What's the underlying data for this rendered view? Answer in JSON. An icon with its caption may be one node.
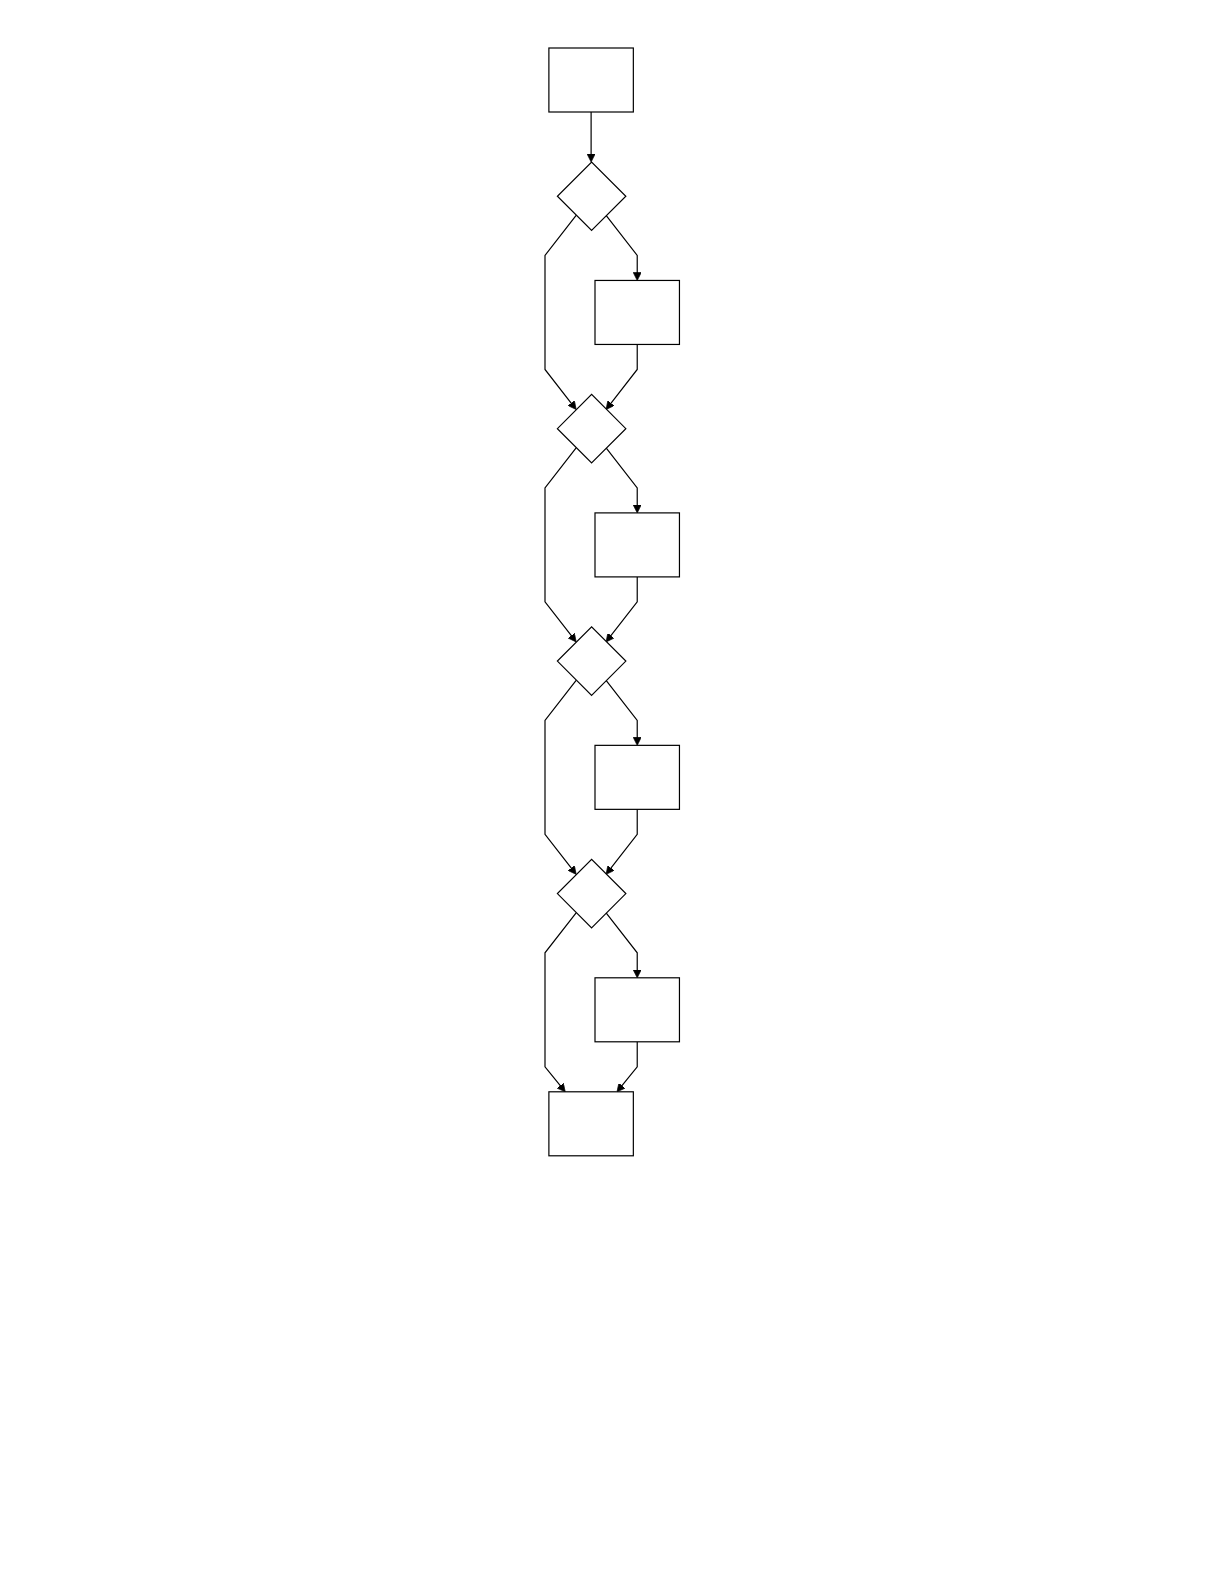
{
  "diagram": {
    "nodes": [
      {
        "text": [],
        "shape": "box"
      },
      {
        "text": [],
        "shape": "diamond"
      },
      {
        "text": [],
        "shape": "box"
      },
      {
        "text": [],
        "shape": "diamond"
      },
      {
        "text": [],
        "shape": "box"
      },
      {
        "text": [],
        "shape": "diamond"
      },
      {
        "text": [],
        "shape": "box"
      },
      {
        "text": [],
        "shape": "diamond"
      },
      {
        "text": [],
        "shape": "box"
      },
      {
        "text": [],
        "shape": "box"
      }
    ],
    "edges": [
      {
        "from": 0,
        "to": 1,
        "arrow": "to"
      },
      {
        "from": 1,
        "to": 2,
        "arrow": "to"
      },
      {
        "from": 1,
        "to": 3,
        "arrow": "to"
      },
      {
        "from": 2,
        "to": 3,
        "arrow": "to"
      },
      {
        "from": 3,
        "to": 4,
        "arrow": "to"
      },
      {
        "from": 3,
        "to": 5,
        "arrow": "to"
      },
      {
        "from": 4,
        "to": 5,
        "arrow": "to"
      },
      {
        "from": 5,
        "to": 6,
        "arrow": "to"
      },
      {
        "from": 5,
        "to": 7,
        "arrow": "to"
      },
      {
        "from": 6,
        "to": 7,
        "arrow": "to"
      },
      {
        "from": 7,
        "to": 8,
        "arrow": "to"
      },
      {
        "from": 7,
        "to": 9,
        "arrow": "to"
      },
      {
        "from": 8,
        "to": 9,
        "arrow": "to"
      }
    ]
  }
}
